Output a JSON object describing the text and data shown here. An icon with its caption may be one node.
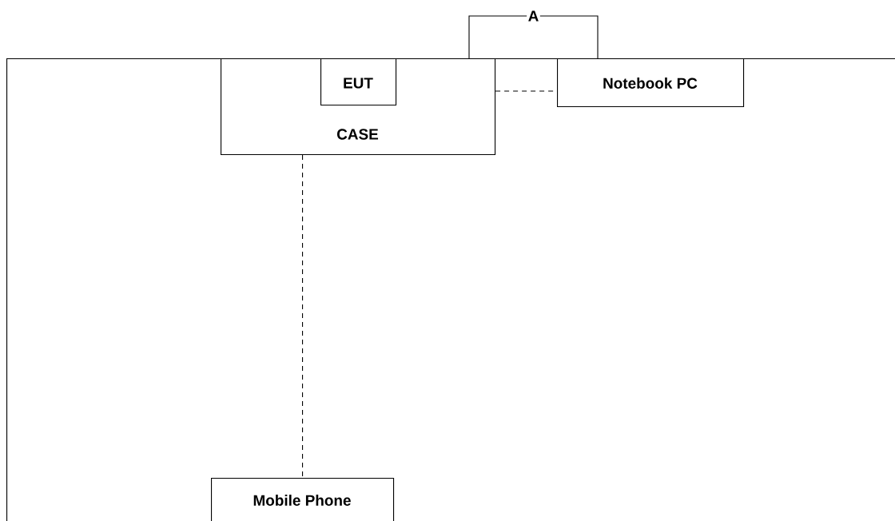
{
  "diagram": {
    "nodes": [
      {
        "text": [],
        "shape": "box"
      },
      {
        "text": [
          "CASE"
        ],
        "in": 0
      },
      {
        "text": [
          "EUT"
        ],
        "in": 1
      },
      {
        "text": [
          "Notebook PC"
        ],
        "in": 0
      },
      {
        "text": [
          "Mobile Phone"
        ],
        "in": 0
      }
    ],
    "edges": [
      {
        "from": 1,
        "to": 3,
        "arrow": "none",
        "label": "A"
      },
      {
        "from": 1,
        "to": 3,
        "arrow": "none",
        "style": "dashed"
      },
      {
        "from": 1,
        "to": 4,
        "arrow": "none",
        "style": "dashed"
      }
    ]
  }
}
